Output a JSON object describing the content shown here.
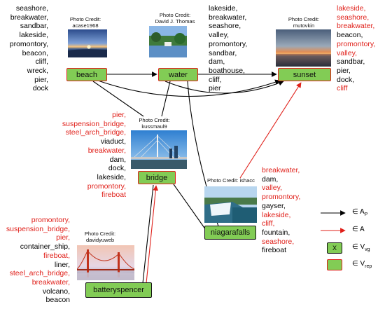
{
  "colors": {
    "node_fill": "#82cc55",
    "red": "#e0201a",
    "black": "#000000"
  },
  "photos": {
    "beach": {
      "credit_line1": "Photo Credit:",
      "credit_line2": "acase1968"
    },
    "water": {
      "credit_line1": "Photo Credit:",
      "credit_line2": "David J. Thomas"
    },
    "sunset": {
      "credit_line1": "Photo Credit:",
      "credit_line2": "mutovkin"
    },
    "bridge": {
      "credit_line1": "Photo Credit:",
      "credit_line2": "kussmaul9"
    },
    "niagarafalls": {
      "credit_line1": "Photo Credit: ishacc"
    },
    "batteryspencer": {
      "credit_line1": "Photo Credit:",
      "credit_line2": "davidyuweb"
    }
  },
  "nodes": {
    "beach": "beach",
    "water": "water",
    "sunset": "sunset",
    "bridge": "bridge",
    "niagarafalls": "niagarafalls",
    "batteryspencer": "batteryspencer"
  },
  "wordlists": {
    "beach": [
      {
        "t": "seashore,",
        "red": false
      },
      {
        "t": "breakwater,",
        "red": false
      },
      {
        "t": "sandbar,",
        "red": false
      },
      {
        "t": "lakeside,",
        "red": false
      },
      {
        "t": "promontory,",
        "red": false
      },
      {
        "t": "beacon,",
        "red": false
      },
      {
        "t": "cliff,",
        "red": false
      },
      {
        "t": "wreck,",
        "red": false
      },
      {
        "t": "pier,",
        "red": false
      },
      {
        "t": "dock",
        "red": false
      }
    ],
    "water": [
      {
        "t": "lakeside,",
        "red": false
      },
      {
        "t": "breakwater,",
        "red": false
      },
      {
        "t": "seashore,",
        "red": false
      },
      {
        "t": "valley,",
        "red": false
      },
      {
        "t": "promontory,",
        "red": false
      },
      {
        "t": "sandbar,",
        "red": false
      },
      {
        "t": "dam,",
        "red": false
      },
      {
        "t": "boathouse,",
        "red": false
      },
      {
        "t": "cliff,",
        "red": false
      },
      {
        "t": "pier",
        "red": false
      }
    ],
    "sunset": [
      {
        "t": "lakeside,",
        "red": true
      },
      {
        "t": "seashore,",
        "red": true
      },
      {
        "t": "breakwater,",
        "red": true
      },
      {
        "t": "beacon,",
        "red": false
      },
      {
        "t": "promontory,",
        "red": true
      },
      {
        "t": "valley,",
        "red": true
      },
      {
        "t": "sandbar,",
        "red": false
      },
      {
        "t": "pier,",
        "red": false
      },
      {
        "t": "dock,",
        "red": false
      },
      {
        "t": "cliff",
        "red": true
      }
    ],
    "bridge": [
      {
        "t": "pier,",
        "red": true
      },
      {
        "t": "suspension_bridge,",
        "red": true
      },
      {
        "t": "steel_arch_bridge,",
        "red": true
      },
      {
        "t": "viaduct,",
        "red": false
      },
      {
        "t": "breakwater,",
        "red": true
      },
      {
        "t": "dam,",
        "red": false
      },
      {
        "t": "dock,",
        "red": false
      },
      {
        "t": "lakeside,",
        "red": false
      },
      {
        "t": "promontory,",
        "red": true
      },
      {
        "t": "fireboat",
        "red": true
      }
    ],
    "niagarafalls": [
      {
        "t": "breakwater,",
        "red": true
      },
      {
        "t": "dam,",
        "red": false
      },
      {
        "t": "valley,",
        "red": true
      },
      {
        "t": "promontory,",
        "red": true
      },
      {
        "t": "gayser,",
        "red": false
      },
      {
        "t": "lakeside,",
        "red": true
      },
      {
        "t": "cliff,",
        "red": true
      },
      {
        "t": "fountain,",
        "red": false
      },
      {
        "t": "seashore,",
        "red": true
      },
      {
        "t": "fireboat",
        "red": false
      }
    ],
    "batteryspencer": [
      {
        "t": "promontory,",
        "red": true
      },
      {
        "t": "suspension_bridge,",
        "red": true
      },
      {
        "t": "pier,",
        "red": true
      },
      {
        "t": "container_ship,",
        "red": false
      },
      {
        "t": "fireboat,",
        "red": true
      },
      {
        "t": "liner,",
        "red": false
      },
      {
        "t": "steel_arch_bridge,",
        "red": true
      },
      {
        "t": "breakwater,",
        "red": true
      },
      {
        "t": "volcano,",
        "red": false
      },
      {
        "t": "beacon",
        "red": false
      }
    ]
  },
  "legend": {
    "black_arrow": "∈ A",
    "black_arrow_sub": "P",
    "red_arrow": "∈ A",
    "vg_box_label": "X",
    "vg": "∈ V",
    "vg_sub": "vg",
    "rep": "∈ V",
    "rep_sub": "rep"
  }
}
